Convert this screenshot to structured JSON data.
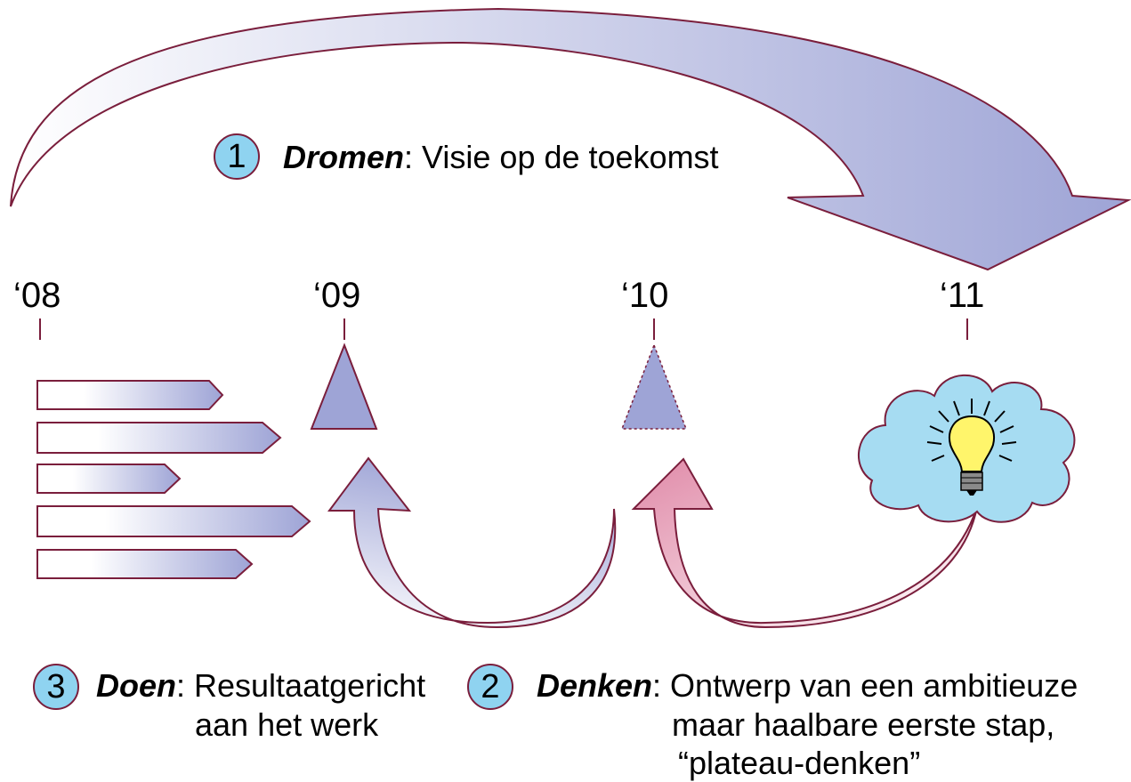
{
  "years": [
    "‘08",
    "‘09",
    "‘10",
    "‘11"
  ],
  "steps": [
    {
      "number": "1",
      "keyword": "Dromen",
      "lines": [
        ": Visie op de toekomst"
      ]
    },
    {
      "number": "2",
      "keyword": "Denken",
      "lines": [
        ": Ontwerp van een ambitieuze",
        "maar haalbare eerste stap,",
        "“plateau-denken”"
      ]
    },
    {
      "number": "3",
      "keyword": "Doen",
      "lines": [
        ": Resultaatgericht",
        "aan het werk"
      ]
    }
  ],
  "colors": {
    "outline": "#7a1e3c",
    "arrow_blue": "#9ea4d6",
    "arrow_pink": "#e08aa8",
    "cloud": "#a6dcf2",
    "badge": "#8fd3f0",
    "bulb": "#fff56b"
  },
  "icons": [
    "lightbulb-icon",
    "cloud-icon"
  ]
}
